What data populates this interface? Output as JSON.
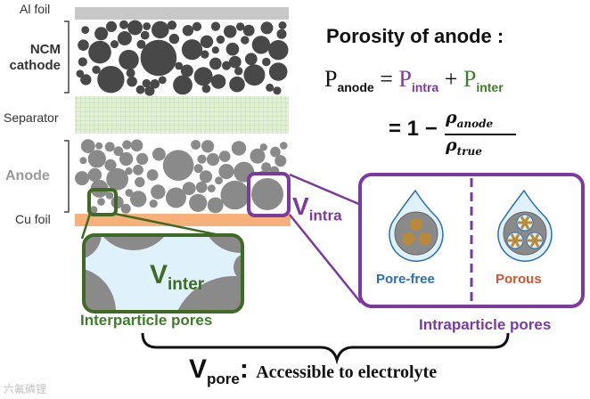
{
  "layers": {
    "al_foil": "Al foil",
    "ncm_cathode": "NCM cathode",
    "separator": "Separator",
    "anode": "Anode",
    "cu_foil": "Cu foil"
  },
  "equation": {
    "title": "Porosity of anode",
    "title_colon": ":",
    "p_symbol": "P",
    "p_anode_sub": "anode",
    "equals": "=",
    "p_intra_sub": "intra",
    "plus": "+",
    "p_inter_sub": "inter",
    "line2_prefix": "= 1 −",
    "rho": "ρ",
    "rho_anode_sub": "anode",
    "rho_true_sub": "true"
  },
  "labels": {
    "v_symbol": "V",
    "v_intra_sub": "intra",
    "v_inter_sub": "inter",
    "interparticle": "Interparticle pores",
    "intraparticle": "Intraparticle pores",
    "pore_free": "Pore-free",
    "porous": "Porous",
    "v_pore_sub": "pore",
    "v_pore_colon": ":",
    "accessible": "Accessible to electrolyte"
  },
  "watermark": "六氟磷锂",
  "colors": {
    "particle": "#8a8a8a",
    "cathode_particle": "#484848",
    "al_foil": "#c8c8c8",
    "separator": "#dcecd0",
    "cu_foil": "#f7b07a",
    "inter_frame": "#3f6a24",
    "intra_frame": "#7b3aa0",
    "pore_fill": "#dff2fb",
    "intra_core": "#b88a38",
    "pore_free_text": "#2a6fb3",
    "porous_text": "#d6532b"
  }
}
